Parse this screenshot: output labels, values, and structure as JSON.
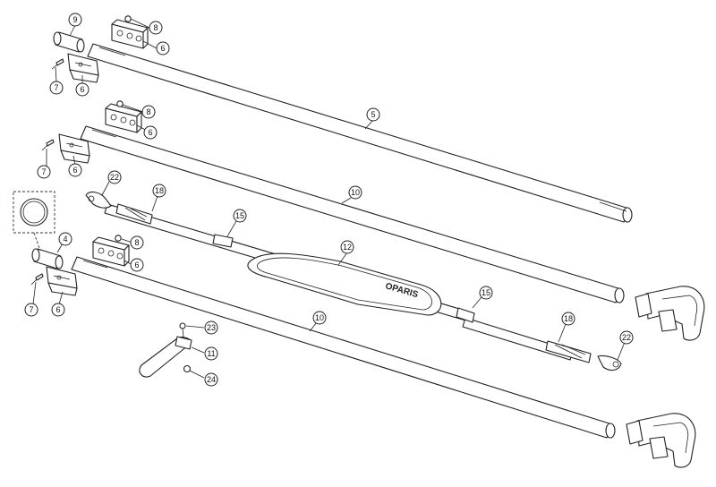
{
  "labels": {
    "p9": "9",
    "p8a": "8",
    "p6a": "6",
    "p6b": "6",
    "p7a": "7",
    "p5": "5",
    "p8b": "8",
    "p6c": "6",
    "p6d": "6",
    "p7b": "7",
    "p22a": "22",
    "p18a": "18",
    "p15a": "15",
    "p10a": "10",
    "p12": "12",
    "p4": "4",
    "p8c": "8",
    "p6e": "6",
    "p7c": "7",
    "p6f": "6",
    "p15b": "15",
    "p18b": "18",
    "p22b": "22",
    "p10b": "10",
    "p23": "23",
    "p11": "11",
    "p24": "24"
  },
  "strap_text": "OPARIS"
}
